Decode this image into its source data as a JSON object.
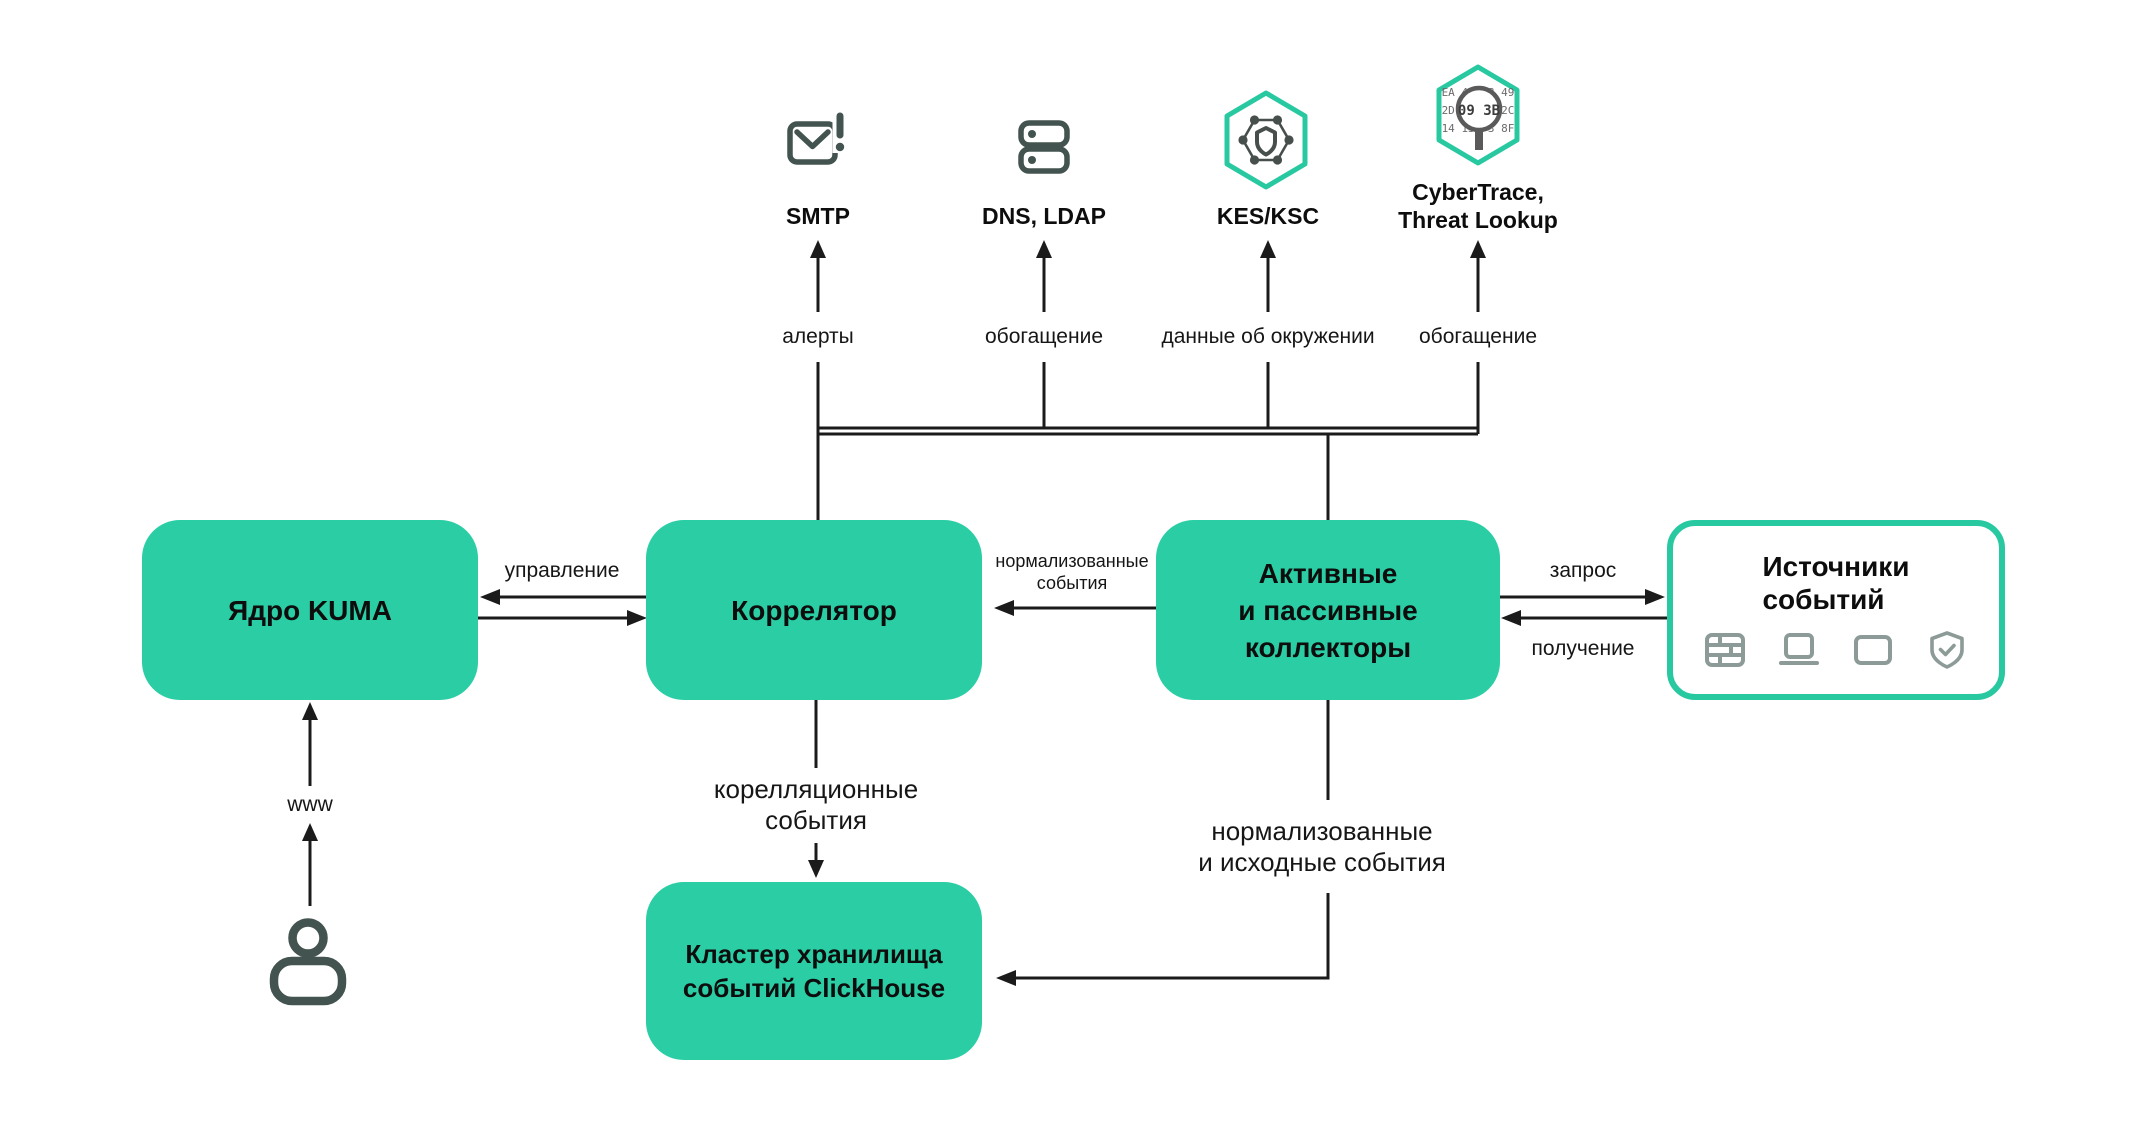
{
  "colors": {
    "node_fill_teal": "#2BCEA4",
    "sources_border_teal": "#28C9A0",
    "dark_icon": "#43534F",
    "source_icon_gray": "#8C9B98",
    "wire_black": "#1B1B1B",
    "cybertrace_gray": "#5A5A5A"
  },
  "external_services": [
    {
      "id": "smtp",
      "icon": "email-alert-icon",
      "label": "SMTP",
      "flow_label": "алерты"
    },
    {
      "id": "dns_ldap",
      "icon": "server-icon",
      "label": "DNS, LDAP",
      "flow_label": "обогащение"
    },
    {
      "id": "kes_ksc",
      "icon": "kes-hexagon-icon",
      "label": "KES/KSC",
      "flow_label": "данные об окружении"
    },
    {
      "id": "cybertrace",
      "icon": "threat-lookup-hexagon-icon",
      "label": "CyberTrace,\nThreat Lookup",
      "flow_label": "обогащение",
      "hex_rows": [
        "EA 4E 28 49",
        "2D 09 3B 2C",
        "14 13 F3 8F"
      ],
      "magnified": "09 3B"
    }
  ],
  "nodes": {
    "kuma_core": {
      "label": "Ядро KUMA"
    },
    "correlator": {
      "label": "Коррелятор"
    },
    "collectors": {
      "label": "Активные\nи пассивные\nколлекторы"
    },
    "event_sources": {
      "label": "Источники\nсобытий",
      "icons": [
        "firewall-icon",
        "laptop-icon",
        "display-icon",
        "shield-check-icon"
      ]
    },
    "clickhouse": {
      "label": "Кластер хранилища\nсобытий ClickHouse"
    }
  },
  "edges": {
    "management": "управление",
    "normalized_events": "нормализованные\nсобытия",
    "request": "запрос",
    "receive": "получение",
    "correlation_events": "корелляционные\nсобытия",
    "normalized_raw_events": "нормализованные\nи исходные события",
    "www": "www"
  }
}
